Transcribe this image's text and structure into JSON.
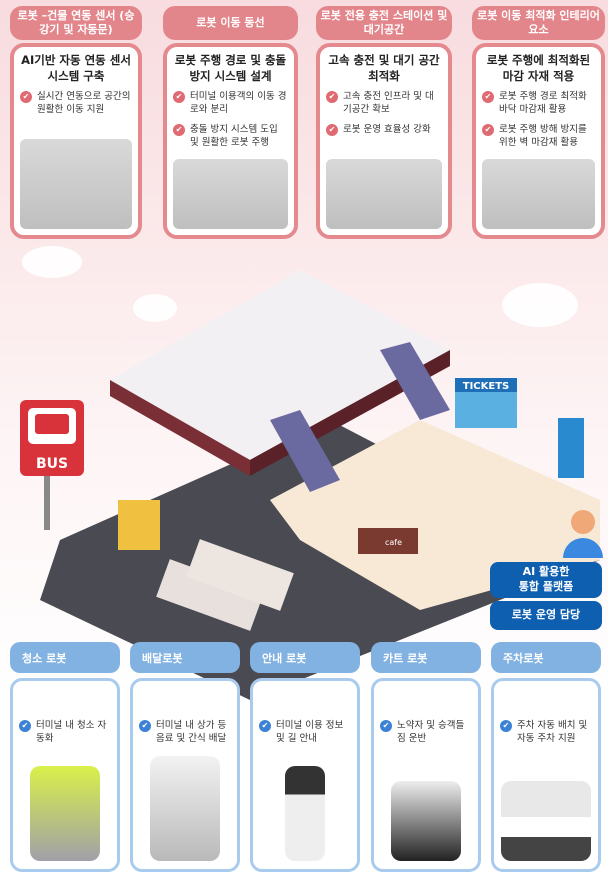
{
  "top_cards": [
    {
      "header": "로봇 –건물 연동 센서 (승강기 및 자동문)",
      "title": "AI기반 자동 연동 센서 시스템 구축",
      "bullets": [
        "실시간 연동으로 공간의 원활한 이동 지원"
      ]
    },
    {
      "header": "로봇 이동 동선",
      "title": "로봇 주행 경로 및 충돌 방지 시스템 설계",
      "bullets": [
        "터미널 이용객의 이동 경로와 분리",
        "충돌 방지 시스템 도입 및 원활한 로봇 주행"
      ]
    },
    {
      "header": "로봇 전용 충전 스테이션 및 대기공간",
      "title": "고속 충전 및 대기 공간 최적화",
      "bullets": [
        "고속 충전 인프라 및 대기공간 확보",
        "로봇 운영 효율성 강화"
      ]
    },
    {
      "header": "로봇 이동 최적화 인테리어 요소",
      "title": "로봇 주행에 최적화된 마감 자재 적용",
      "bullets": [
        "로봇 주행 경로 최적화 바닥 마감재 활용",
        "로봇 주행 방해 방지를 위한 벽 마감재 활용"
      ]
    }
  ],
  "scene": {
    "bus_sign": "BUS",
    "tickets_sign": "TICKETS",
    "cafe_sign": "cafe"
  },
  "platform": {
    "line1": "AI 활용한",
    "line2": "통합 플랫폼",
    "operator": "로봇 운영 담당"
  },
  "bottom_cards": [
    {
      "header": "청소 로봇",
      "bullet": "터미널 내 청소 자동화"
    },
    {
      "header": "배달로봇",
      "bullet": "터미널 내 상가 등 음료 및 간식 배달"
    },
    {
      "header": "안내 로봇",
      "bullet": "터미널 이용 정보 및 길 안내"
    },
    {
      "header": "카트 로봇",
      "bullet": "노약자 및 승객들 짐 운반"
    },
    {
      "header": "주차로봇",
      "bullet": "주차 자동 배치 및 자동 주차 지원"
    }
  ],
  "check_icon": "✔"
}
